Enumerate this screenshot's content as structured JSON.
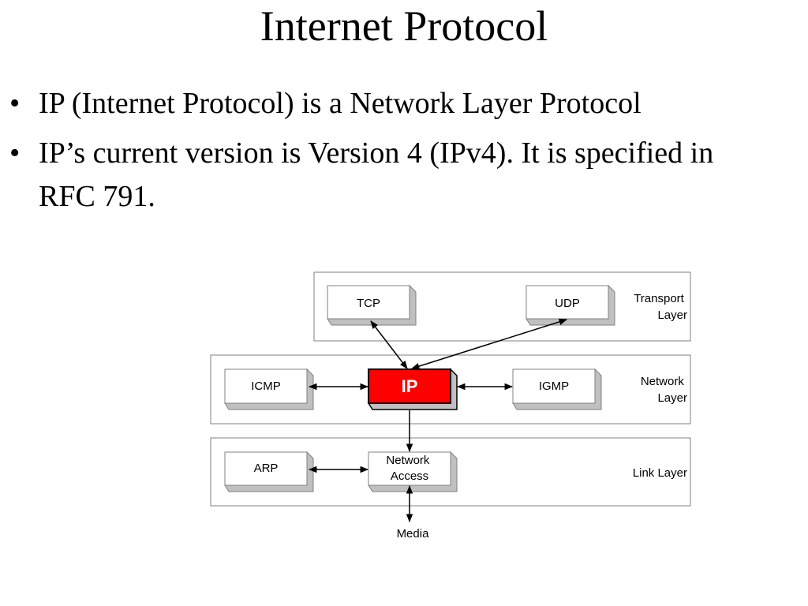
{
  "slide": {
    "title": "Internet Protocol",
    "bullets": [
      {
        "mark": "•",
        "text": "IP (Internet Protocol) is a Network Layer Protocol"
      },
      {
        "mark": "•",
        "text": "IP’s current version is Version 4 (IPv4). It is specified in RFC 791."
      }
    ]
  },
  "diagram": {
    "layers": {
      "transport": {
        "line1": "Transport",
        "line2": "Layer"
      },
      "network": {
        "line1": "Network",
        "line2": "Layer"
      },
      "link": {
        "label": "Link Layer"
      }
    },
    "boxes": {
      "tcp": "TCP",
      "udp": "UDP",
      "icmp": "ICMP",
      "ip": "IP",
      "igmp": "IGMP",
      "arp": "ARP",
      "network_access": {
        "line1": "Network",
        "line2": "Access"
      }
    },
    "media": "Media",
    "colors": {
      "ip_fill": "#ff0000",
      "ip_text": "#ffffff",
      "box_shadow": "#c0c0c0",
      "layer_border": "#808080"
    }
  }
}
